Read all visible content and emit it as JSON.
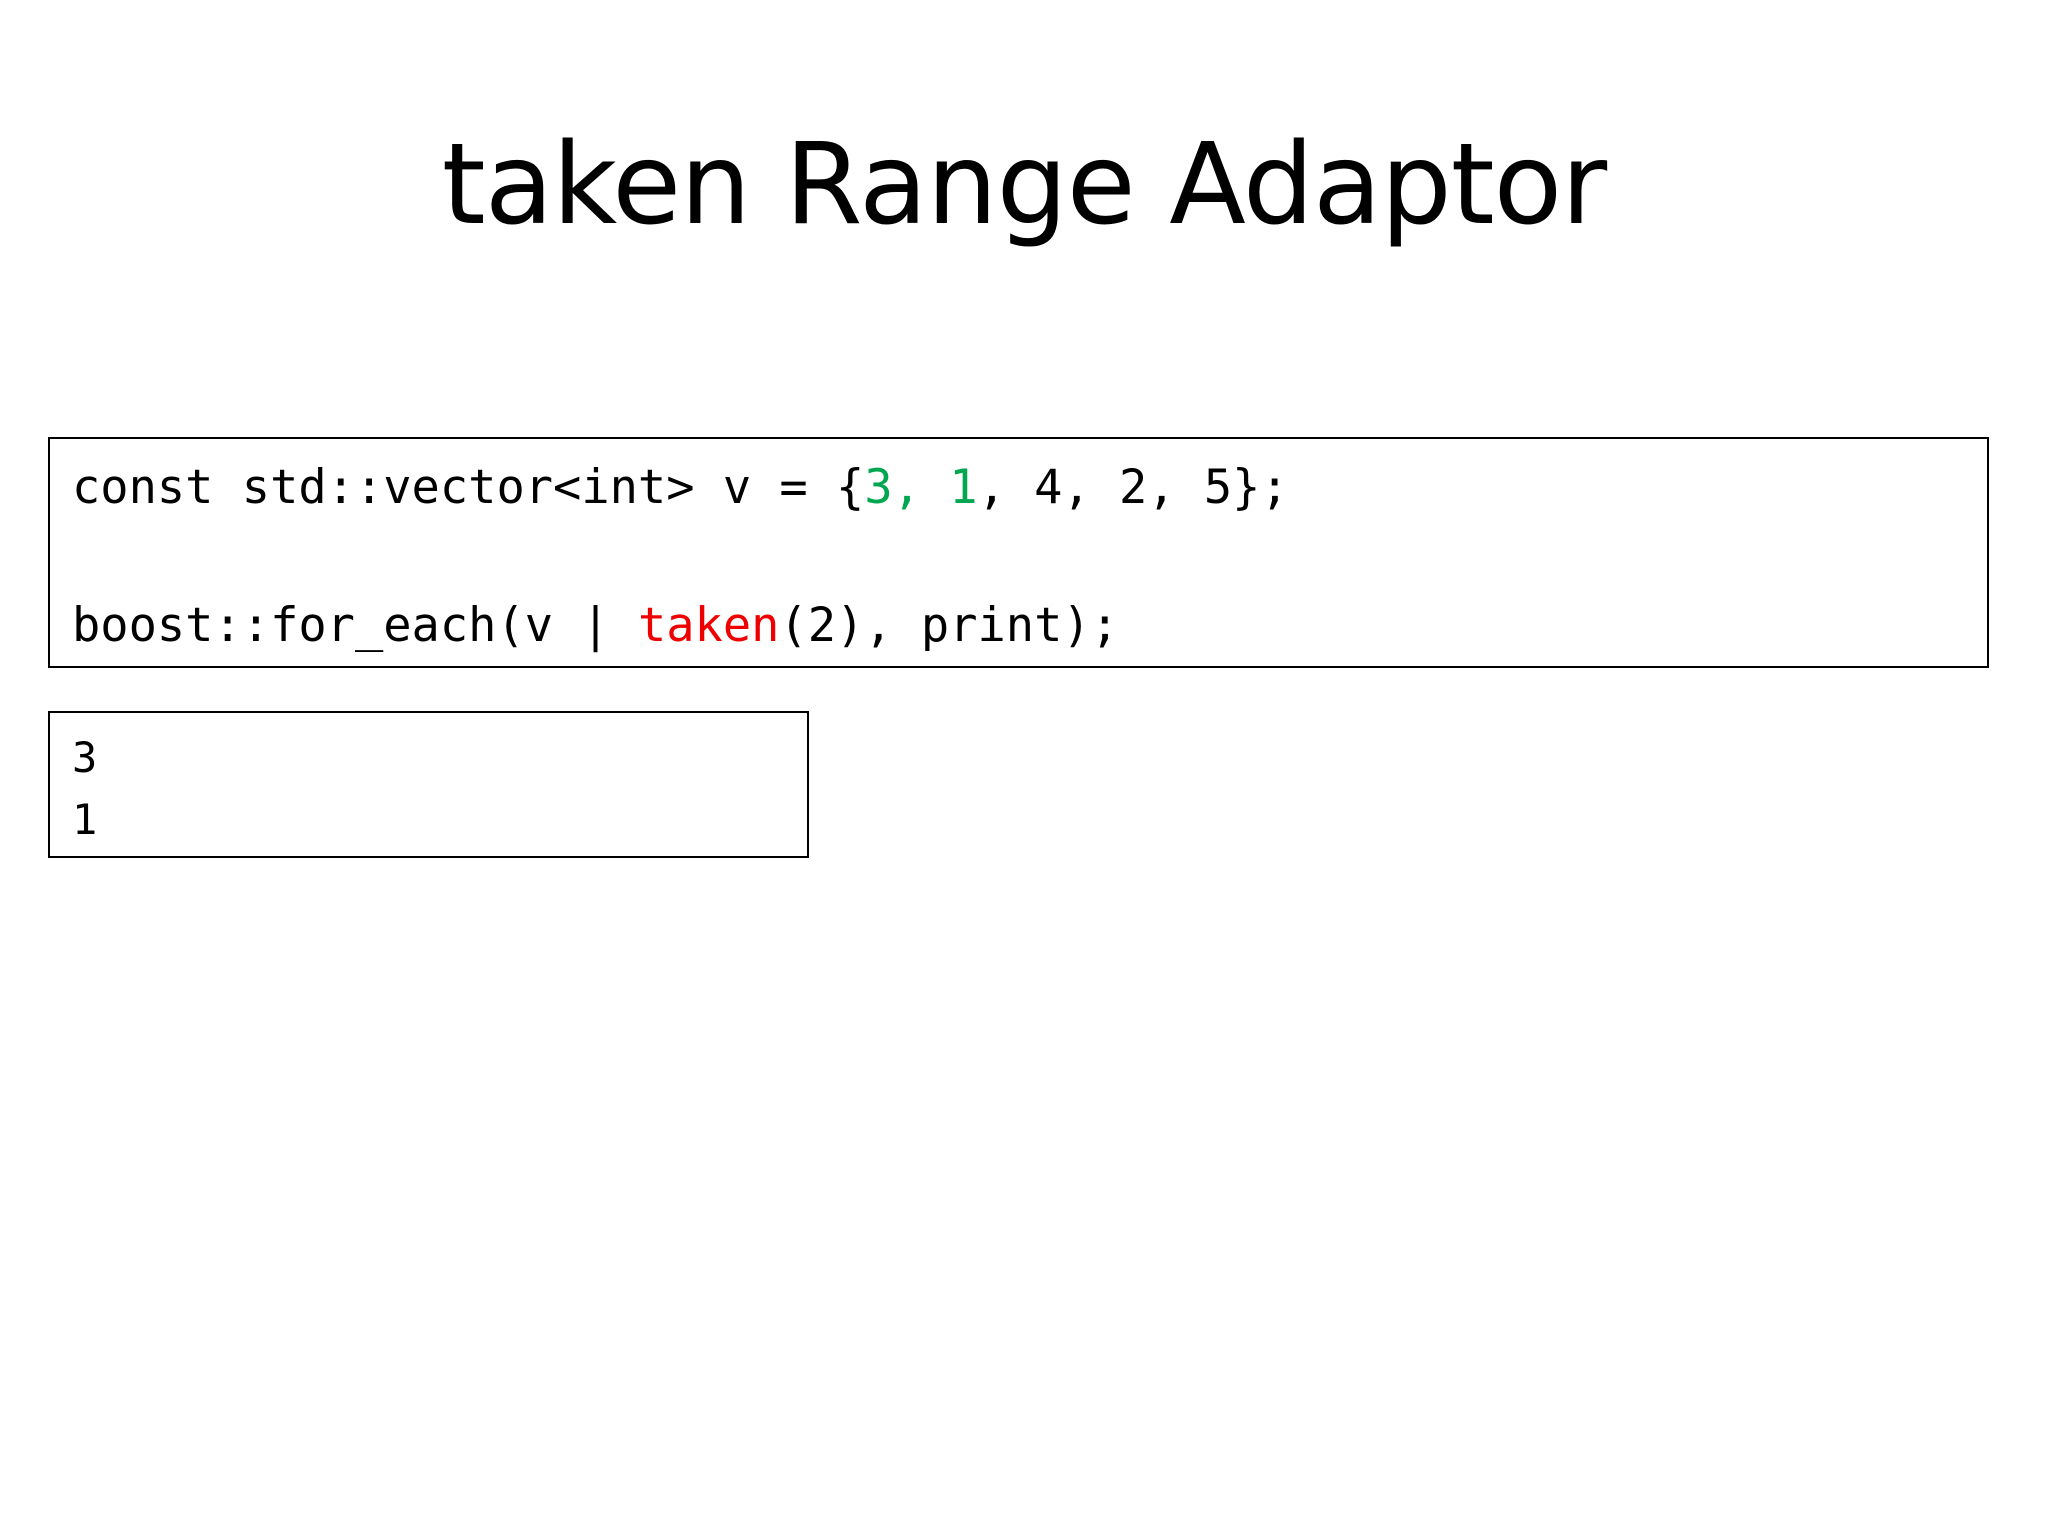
{
  "slide": {
    "title": "taken Range Adaptor",
    "code": {
      "line1": {
        "a": "const std::vector<int> v = {",
        "hl": "3, 1",
        "b": ", 4, 2, 5};"
      },
      "line2": {
        "a": "boost::for_each(v | ",
        "hl": "taken",
        "b": "(2), print);"
      }
    },
    "output": [
      "3",
      "1"
    ],
    "colors": {
      "highlight_green": "#00a650",
      "highlight_red": "#ee0000"
    }
  }
}
